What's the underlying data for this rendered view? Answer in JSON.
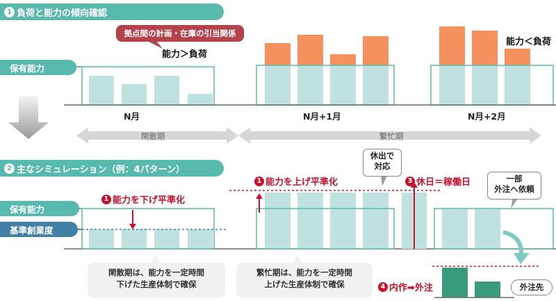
{
  "section1": {
    "number": "1",
    "title": "負荷と能力の傾向確認"
  },
  "section2": {
    "number": "2",
    "title": "主なシミュレーション（例：4パターン）"
  },
  "capacity_label": "保有能力",
  "capacity_label_2": "保有能力",
  "baseline_label": "基準創業度",
  "callout_planning": "拠点間の計画・在庫の引当関係",
  "capacity_gt_load": "能力＞負荷",
  "capacity_lt_load": "能力＜負荷",
  "months": [
    "N月",
    "N月+1月",
    "N月+2月"
  ],
  "period_idle": "閑散期",
  "period_busy": "繁忙期",
  "pattern1": {
    "number": "1",
    "label": "能力を下げ平準化"
  },
  "pattern2": {
    "number": "1",
    "label": "能力を上げ平準化"
  },
  "pattern3": {
    "number": "3",
    "label": "休日＝稼働日"
  },
  "pattern4": {
    "number": "4",
    "label": "内作➡外注"
  },
  "holiday_note_line1": "休出で",
  "holiday_note_line2": "対応",
  "outsource_note_line1": "一部",
  "outsource_note_line2": "外注へ依頼",
  "outsourcer_label": "外注先",
  "note_idle_line1": "閑散期は、能力を一定時間",
  "note_idle_line2": "下げた生産体制で確保",
  "note_busy_line1": "繁忙期は、能力を一定時間",
  "note_busy_line2": "上げた生産体制で確保",
  "colors": {
    "teal": "#58b9ad",
    "light_teal": "#bfe2e0",
    "orange": "#f4915e",
    "dark_teal": "#3a9a7e",
    "navy": "#417fa6",
    "red": "#c8102e",
    "callout_red": "#b5414a",
    "grey": "#cfcfcf"
  }
}
